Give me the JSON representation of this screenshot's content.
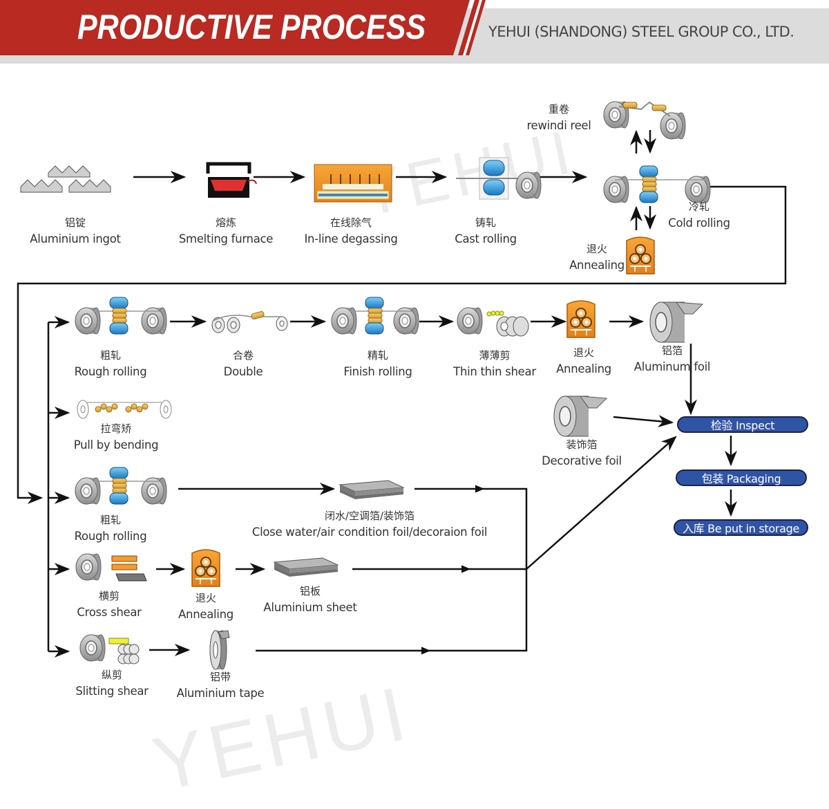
{
  "header": {
    "title": "PRODUCTIVE PROCESS",
    "company": "YEHUI (SHANDONG) STEEL GROUP CO., LTD.",
    "colors": {
      "accent_red": "#b82a22",
      "band_gray": "#dcdcdc",
      "pill_blue": "#2f54a6"
    }
  },
  "watermark": "YEHUI",
  "steps": {
    "aluminium_ingot": {
      "cn": "铝锭",
      "en": "Aluminium ingot"
    },
    "smelting_furnace": {
      "cn": "熔炼",
      "en": "Smelting furnace"
    },
    "inline_degassing": {
      "cn": "在线除气",
      "en": "In-line degassing"
    },
    "cast_rolling": {
      "cn": "铸轧",
      "en": "Cast rolling"
    },
    "rewind_reel": {
      "cn": "重卷",
      "en": "rewindi reel"
    },
    "cold_rolling": {
      "cn": "冷轧",
      "en": "Cold rolling"
    },
    "annealing_top": {
      "cn": "退火",
      "en": "Annealing"
    },
    "rough_rolling_1": {
      "cn": "粗轧",
      "en": "Rough rolling"
    },
    "double": {
      "cn": "合卷",
      "en": "Double"
    },
    "finish_rolling": {
      "cn": "精轧",
      "en": "Finish rolling"
    },
    "thin_shear": {
      "cn": "薄薄剪",
      "en": "Thin thin shear"
    },
    "annealing_mid": {
      "cn": "退火",
      "en": "Annealing"
    },
    "aluminum_foil": {
      "cn": "铝箔",
      "en": "Aluminum foil"
    },
    "pull_bending": {
      "cn": "拉弯矫",
      "en": "Pull by bending"
    },
    "decorative_foil": {
      "cn": "装饰箔",
      "en": "Decorative foil"
    },
    "rough_rolling_2": {
      "cn": "粗轧",
      "en": "Rough rolling"
    },
    "close_water_foil": {
      "cn": "闭水/空调箔/装饰箔",
      "en": "Close water/air condition foil/decoraion foil"
    },
    "cross_shear": {
      "cn": "横剪",
      "en": "Cross shear"
    },
    "annealing_low": {
      "cn": "退火",
      "en": "Annealing"
    },
    "aluminium_sheet": {
      "cn": "铝板",
      "en": "Aluminium sheet"
    },
    "slitting_shear": {
      "cn": "纵剪",
      "en": "Slitting shear"
    },
    "aluminium_tape": {
      "cn": "铝带",
      "en": "Aluminium tape"
    }
  },
  "final_steps": [
    {
      "cn": "检验",
      "en": "Inspect",
      "label": "检验   Inspect"
    },
    {
      "cn": "包装",
      "en": "Packaging",
      "label": "包装  Packaging"
    },
    {
      "cn": "入库",
      "en": "Be put in storage",
      "label": "入库 Be put in storage"
    }
  ]
}
